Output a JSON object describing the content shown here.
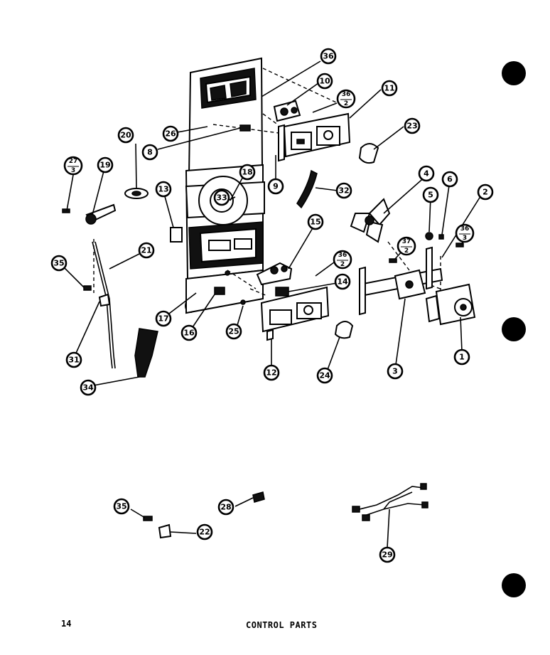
{
  "page": {
    "number": "14",
    "caption": "CONTROL PARTS"
  },
  "callouts": [
    {
      "id": "c1",
      "label": "1"
    },
    {
      "id": "c2",
      "label": "2"
    },
    {
      "id": "c3",
      "label": "3"
    },
    {
      "id": "c4",
      "label": "4"
    },
    {
      "id": "c5",
      "label": "5"
    },
    {
      "id": "c6",
      "label": "6"
    },
    {
      "id": "c8",
      "label": "8"
    },
    {
      "id": "c9",
      "label": "9"
    },
    {
      "id": "c10",
      "label": "10"
    },
    {
      "id": "c11",
      "label": "11"
    },
    {
      "id": "c12",
      "label": "12"
    },
    {
      "id": "c13",
      "label": "13"
    },
    {
      "id": "c14",
      "label": "14"
    },
    {
      "id": "c15",
      "label": "15"
    },
    {
      "id": "c16",
      "label": "16"
    },
    {
      "id": "c17",
      "label": "17"
    },
    {
      "id": "c18",
      "label": "18"
    },
    {
      "id": "c19",
      "label": "19"
    },
    {
      "id": "c20",
      "label": "20"
    },
    {
      "id": "c21",
      "label": "21"
    },
    {
      "id": "c22",
      "label": "22"
    },
    {
      "id": "c23",
      "label": "23"
    },
    {
      "id": "c24",
      "label": "24"
    },
    {
      "id": "c25",
      "label": "25"
    },
    {
      "id": "c26",
      "label": "26"
    },
    {
      "id": "c28",
      "label": "28"
    },
    {
      "id": "c29",
      "label": "29"
    },
    {
      "id": "c31",
      "label": "31"
    },
    {
      "id": "c32",
      "label": "32"
    },
    {
      "id": "c33",
      "label": "33"
    },
    {
      "id": "c34",
      "label": "34"
    },
    {
      "id": "c35a",
      "label": "35"
    },
    {
      "id": "c35b",
      "label": "35"
    },
    {
      "id": "c36",
      "label": "36"
    }
  ],
  "fraction_callouts": [
    {
      "id": "f27_3",
      "top": "27",
      "bottom": "3"
    },
    {
      "id": "f36_2a",
      "top": "36",
      "bottom": "2"
    },
    {
      "id": "f36_2b",
      "top": "36",
      "bottom": "2"
    },
    {
      "id": "f37_2",
      "top": "37",
      "bottom": "2"
    },
    {
      "id": "f36_3",
      "top": "36",
      "bottom": "3"
    }
  ]
}
